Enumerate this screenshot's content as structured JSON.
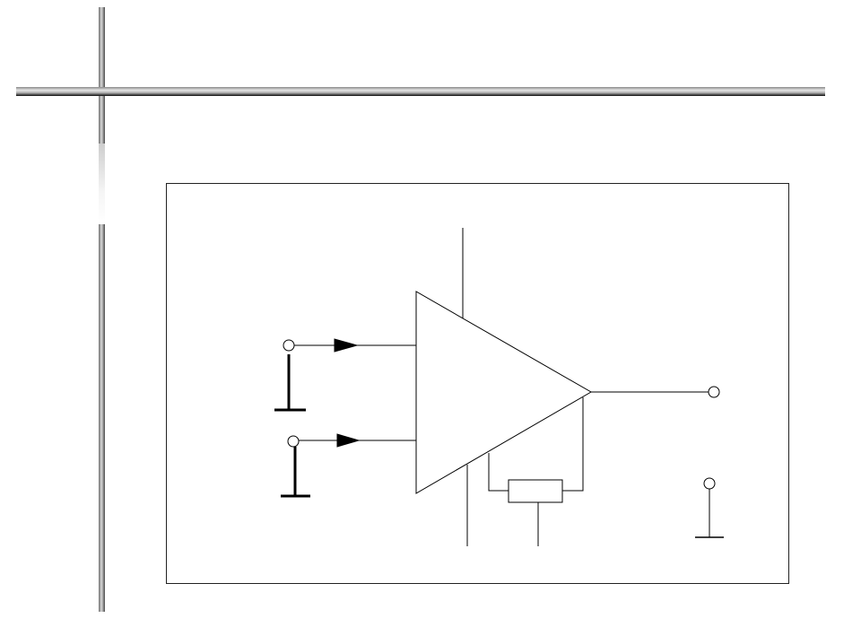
{
  "slide": {
    "decoration": "cross-bar",
    "diagram": {
      "kind": "amplifier-schematic",
      "components": [
        "amplifier-triangle",
        "input-terminal-1",
        "input-terminal-2",
        "output-terminal",
        "feedback-resistor",
        "ground-symbol-1",
        "ground-symbol-2",
        "ground-symbol-3"
      ]
    }
  },
  "colors": {
    "line": "#000000",
    "bar_light": "#e6e6e6",
    "bar_dark": "#4a4a4a"
  }
}
